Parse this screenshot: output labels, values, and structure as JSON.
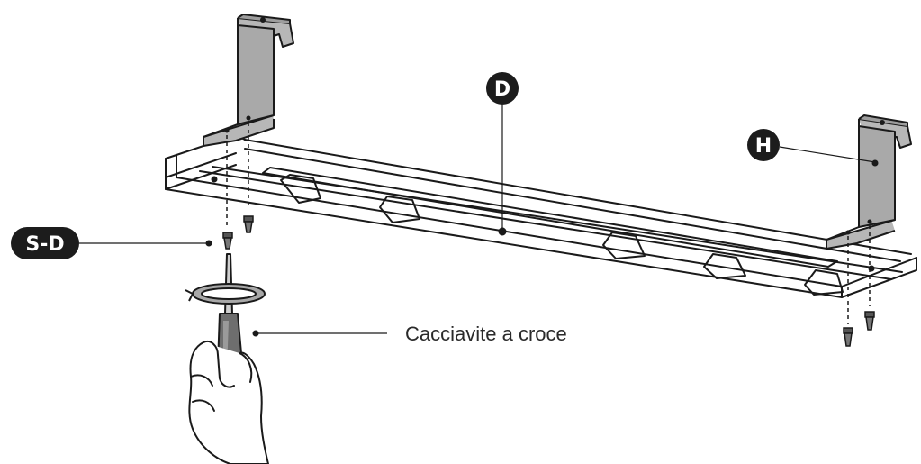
{
  "diagram": {
    "labels": {
      "part_d": "D",
      "part_h": "H",
      "screw_sd": "S-D",
      "tool": "Cacciavite a croce"
    },
    "colors": {
      "line": "#1a1a1a",
      "badge": "#1c1c1c",
      "metal": "#b7b7b7",
      "metal_dark": "#8f8f8f",
      "background": "#ffffff"
    },
    "icons": [
      "screwdriver-icon",
      "hand-icon",
      "rotation-arrow-icon",
      "screw-icon"
    ]
  }
}
